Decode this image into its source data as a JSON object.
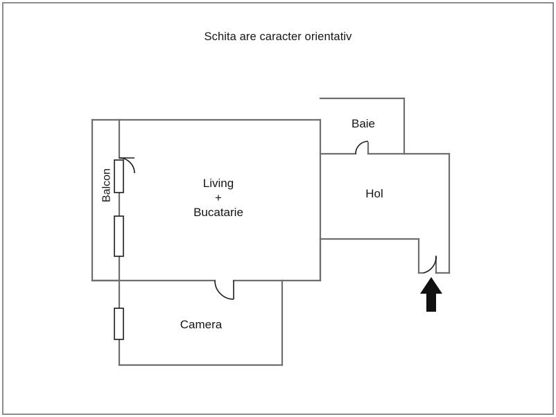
{
  "document": {
    "title": "Schita are caracter orientativ",
    "type": "floor-plan",
    "language": "ro"
  },
  "colors": {
    "frame_border": "#8c8c8c",
    "wall_stroke": "#6e6e6e",
    "door_stroke": "#1a1a1a",
    "window_stroke": "#1a1a1a",
    "text": "#141414",
    "arrow_fill": "#111111",
    "background": "#ffffff"
  },
  "rooms": [
    {
      "id": "living",
      "label": "Living\n+\nBucatarie",
      "line1": "Living",
      "line2": "+",
      "line3": "Bucatarie"
    },
    {
      "id": "baie",
      "label": "Baie"
    },
    {
      "id": "hol",
      "label": "Hol"
    },
    {
      "id": "camera",
      "label": "Camera"
    },
    {
      "id": "balcon",
      "label": "Balcon"
    }
  ],
  "features": {
    "entrance_arrow": "entrance-direction-arrow",
    "doors": [
      "balcony-door-arc",
      "bathroom-door-arc",
      "bedroom-door-arc",
      "front-entrance-door-arc"
    ],
    "windows": [
      "balcony-window-upper",
      "balcony-window-lower",
      "bedroom-window"
    ]
  }
}
